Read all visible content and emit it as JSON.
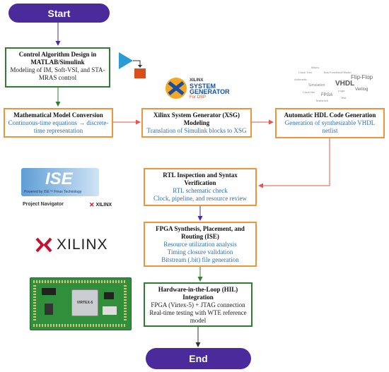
{
  "start": "Start",
  "end": "End",
  "steps": [
    {
      "title": "Control Algorithm Design in MATLAB/Simulink",
      "lines": [
        "Modeling of IM, Soft-VSI, and STA-MRAS control"
      ]
    },
    {
      "title": "Mathematical Model Conversion",
      "lines": [
        "Continuous-time equations → discrete-time representation"
      ]
    },
    {
      "title": "Xilinx System Generator (XSG) Modeling",
      "lines": [
        "Translation of Simulink blocks to XSG"
      ]
    },
    {
      "title": "Automatic HDL Code Generation",
      "lines": [
        "Generation of synthesizable VHDL netlist"
      ]
    },
    {
      "title": "RTL Inspection and Syntax Verification",
      "lines": [
        "RTL schematic check",
        "Clock, pipeline, and resource review"
      ]
    },
    {
      "title": "FPGA Synthesis, Placement, and Routing (ISE)",
      "lines": [
        "Resource utilization analysis",
        "Timing closure validation",
        "Bitstream (.bit) file generation"
      ]
    },
    {
      "title": "Hardware-in-the-Loop (HIL) Integration",
      "lines": [
        "FPGA (Virtex-5) + JTAG connection",
        "Real-time testing with WTE reference model"
      ]
    }
  ],
  "logos": {
    "xsg": {
      "brand": "XILINX",
      "line1": "SYSTEM",
      "line2": "GENERATOR",
      "sub": "For DSP"
    },
    "ise": {
      "name": "ISE",
      "tagline": "Powered by ISE™ Fmax Technology",
      "caption": "Project Navigator",
      "brand": "XILINX"
    },
    "xilinx": {
      "brand": "XILINX"
    },
    "board": {
      "chip": "VIRTEX-5"
    }
  },
  "colors": {
    "pill": "#4b2a9c",
    "green": "#2e7d32",
    "orange": "#f0943b",
    "red_arrow": "#e8564a",
    "purple_arrow": "#4b2a9c"
  }
}
